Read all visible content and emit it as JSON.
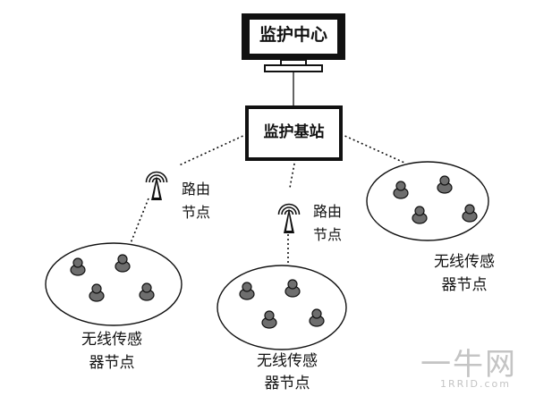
{
  "monitor_center": {
    "label": "监护中心"
  },
  "base_station": {
    "label": "监护基站"
  },
  "routers": [
    {
      "line1": "路由",
      "line2": "节点"
    },
    {
      "line1": "路由",
      "line2": "节点"
    }
  ],
  "clusters": [
    {
      "line1": "无线传感",
      "line2": "器节点",
      "sensor_count": 4
    },
    {
      "line1": "无线传感",
      "line2": "器节点",
      "sensor_count": 4
    },
    {
      "line1": "无线传感",
      "line2": "器节点",
      "sensor_count": 4
    }
  ],
  "watermark": {
    "main": "一牛网",
    "sub": "1RRID.com"
  },
  "colors": {
    "stroke": "#111111",
    "sensor_fill": "#6e6e6e",
    "screen_frame": "#111111",
    "watermark": "#c4c4c4"
  }
}
